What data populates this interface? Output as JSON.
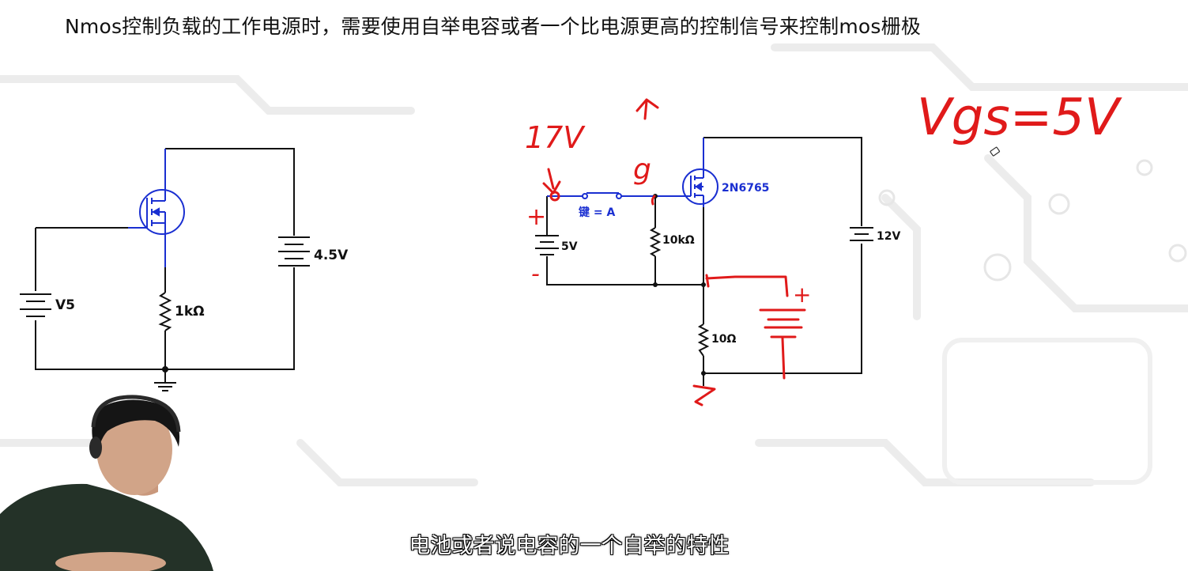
{
  "slide": {
    "title": "Nmos控制负载的工作电源时，需要使用自举电容或者一个比电源更高的控制信号来控制mos栅极"
  },
  "left_circuit": {
    "source_label": "V5",
    "resistor_label": "1kΩ",
    "battery_label": "4.5V"
  },
  "right_circuit": {
    "source_label": "5V",
    "switch_label": "键 = A",
    "gate_resistor_label": "10kΩ",
    "mosfet_label": "2N6765",
    "supply_label": "12V",
    "load_resistor_label": "10Ω"
  },
  "annotations": {
    "voltage_note": "17V",
    "node_g": "g",
    "plus_left": "+",
    "minus_left": "-",
    "plus_battery": "+",
    "vgs_note": "Vgs=5V"
  },
  "video": {
    "subtitle": "电池或者说电容的一个自举的特性"
  },
  "colors": {
    "wire": "#111111",
    "mosfet": "#1a2fd1",
    "handwriting": "#e01a1a"
  }
}
